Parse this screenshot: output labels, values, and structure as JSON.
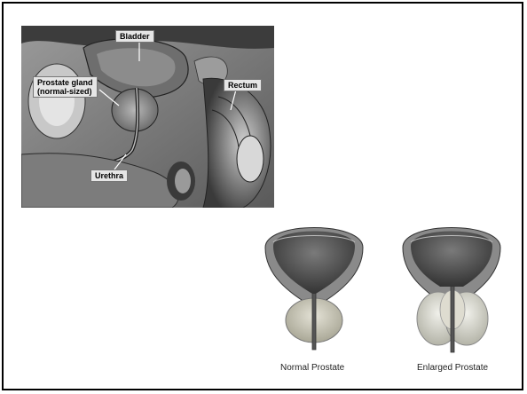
{
  "anatomy_labels": {
    "bladder": "Bladder",
    "prostate_line1": "Prostate gland",
    "prostate_line2": "(normal-sized)",
    "rectum": "Rectum",
    "urethra": "Urethra"
  },
  "comparison": {
    "normal_caption": "Normal Prostate",
    "enlarged_caption": "Enlarged Prostate"
  },
  "colors": {
    "bladder_wall": "#8a8a8a",
    "bladder_inner": "#4a4a4a",
    "prostate_normal": "#c9c6b8",
    "prostate_enlarged": "#d8d8cc"
  }
}
